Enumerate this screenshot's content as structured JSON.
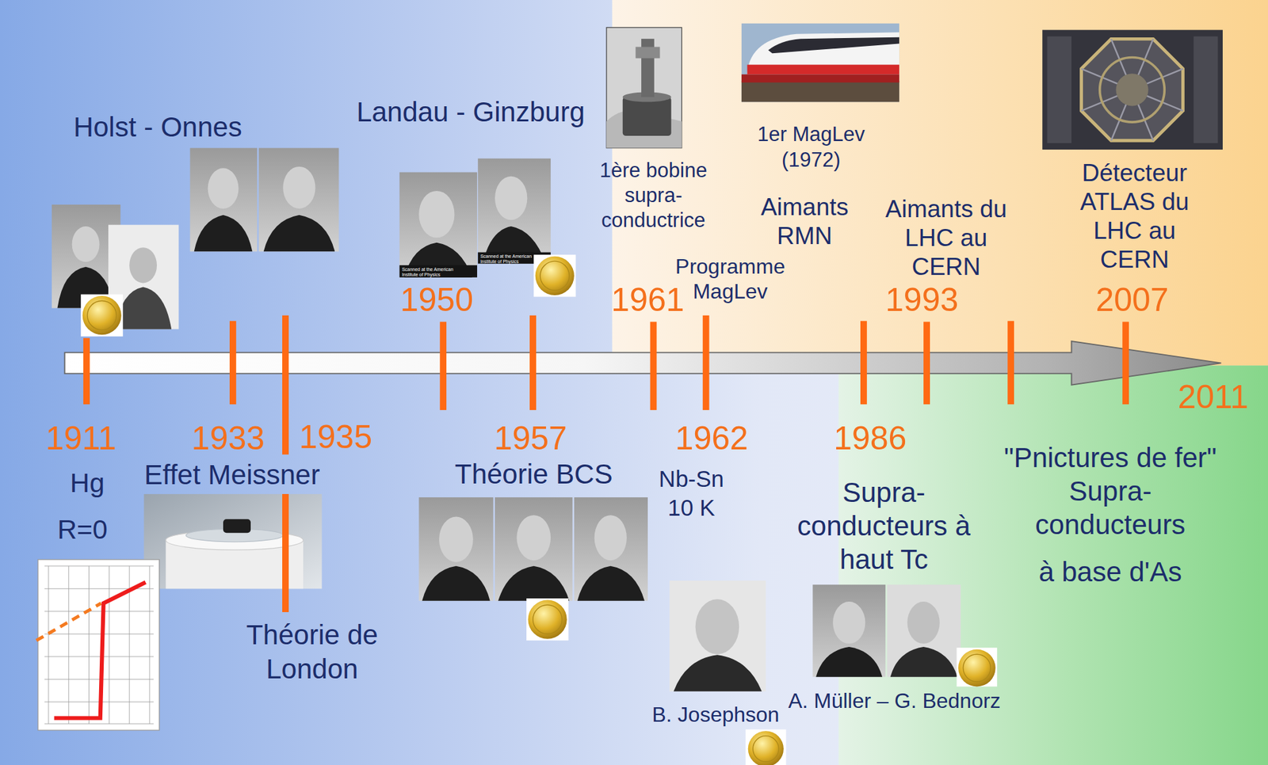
{
  "diagram": {
    "labels": [
      "Holst - Onnes",
      "Landau - Ginzburg",
      "1ère bobine supra- conductrice",
      "1er MagLev (1972)",
      "Aimants RMN",
      "Programme MagLev",
      "Aimants du LHC au CERN",
      "Détecteur ATLAS du LHC au CERN",
      "1950",
      "1961",
      "1993",
      "2007",
      "Scanned at the American Institute of Physics",
      "Scanned at the American Institute of Physics",
      "1911",
      "1933",
      "1935",
      "1957",
      "1962",
      "1986",
      "2011",
      "Hg",
      "R=0",
      "Effet Meissner",
      "Théorie de London",
      "Théorie BCS",
      "Nb-Sn 10 K",
      "B. Josephson",
      "Supra- conducteurs à haut Tc",
      "A. Müller – G. Bednorz",
      "\"Pnictures de fer\" Supra- conducteurs",
      "à base d'As"
    ]
  }
}
